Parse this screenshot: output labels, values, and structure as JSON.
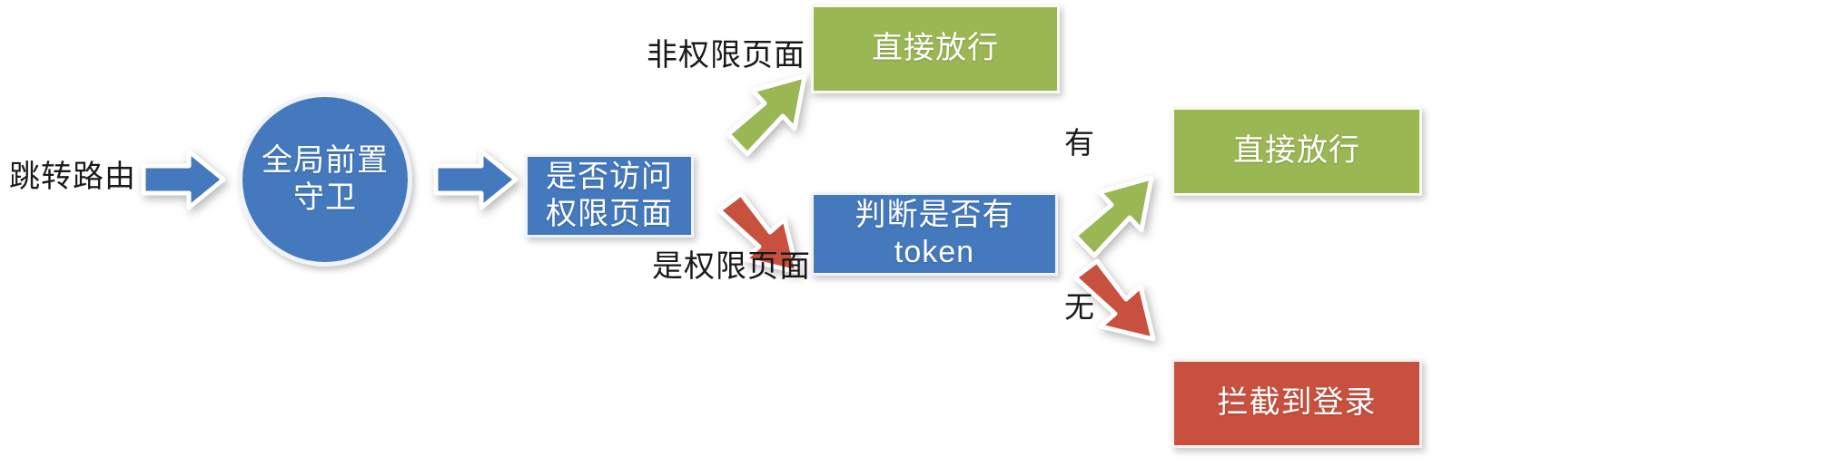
{
  "diagram": {
    "title": "Vue Router Global Navigation Guard Permission Flow",
    "colors": {
      "blue": "#4479BE",
      "green": "#9AB754",
      "red": "#C8503F",
      "text_dark": "#1a1a1a",
      "node_text": "#ffffff",
      "background": "#ffffff"
    },
    "nodes": {
      "start_label": "跳转路由",
      "guard": "全局前置\n守卫",
      "guard_line1": "全局前置",
      "guard_line2": "守卫",
      "check_auth_page_line1": "是否访问",
      "check_auth_page_line2": "权限页面",
      "pass_top": "直接放行",
      "check_token": "判断是否有 token",
      "pass_right": "直接放行",
      "block_login": "拦截到登录"
    },
    "edge_labels": {
      "non_auth_page": "非权限页面",
      "is_auth_page": "是权限页面",
      "has_token": "有",
      "no_token": "无"
    },
    "arrows": [
      {
        "name": "start-to-guard",
        "color": "#4479BE",
        "direction": "right"
      },
      {
        "name": "guard-to-check",
        "color": "#4479BE",
        "direction": "right"
      },
      {
        "name": "check-to-pass-top",
        "color": "#9AB754",
        "direction": "up-right"
      },
      {
        "name": "check-to-token",
        "color": "#C8503F",
        "direction": "down-right"
      },
      {
        "name": "token-to-pass",
        "color": "#9AB754",
        "direction": "up-right"
      },
      {
        "name": "token-to-block",
        "color": "#C8503F",
        "direction": "down-right"
      }
    ]
  }
}
